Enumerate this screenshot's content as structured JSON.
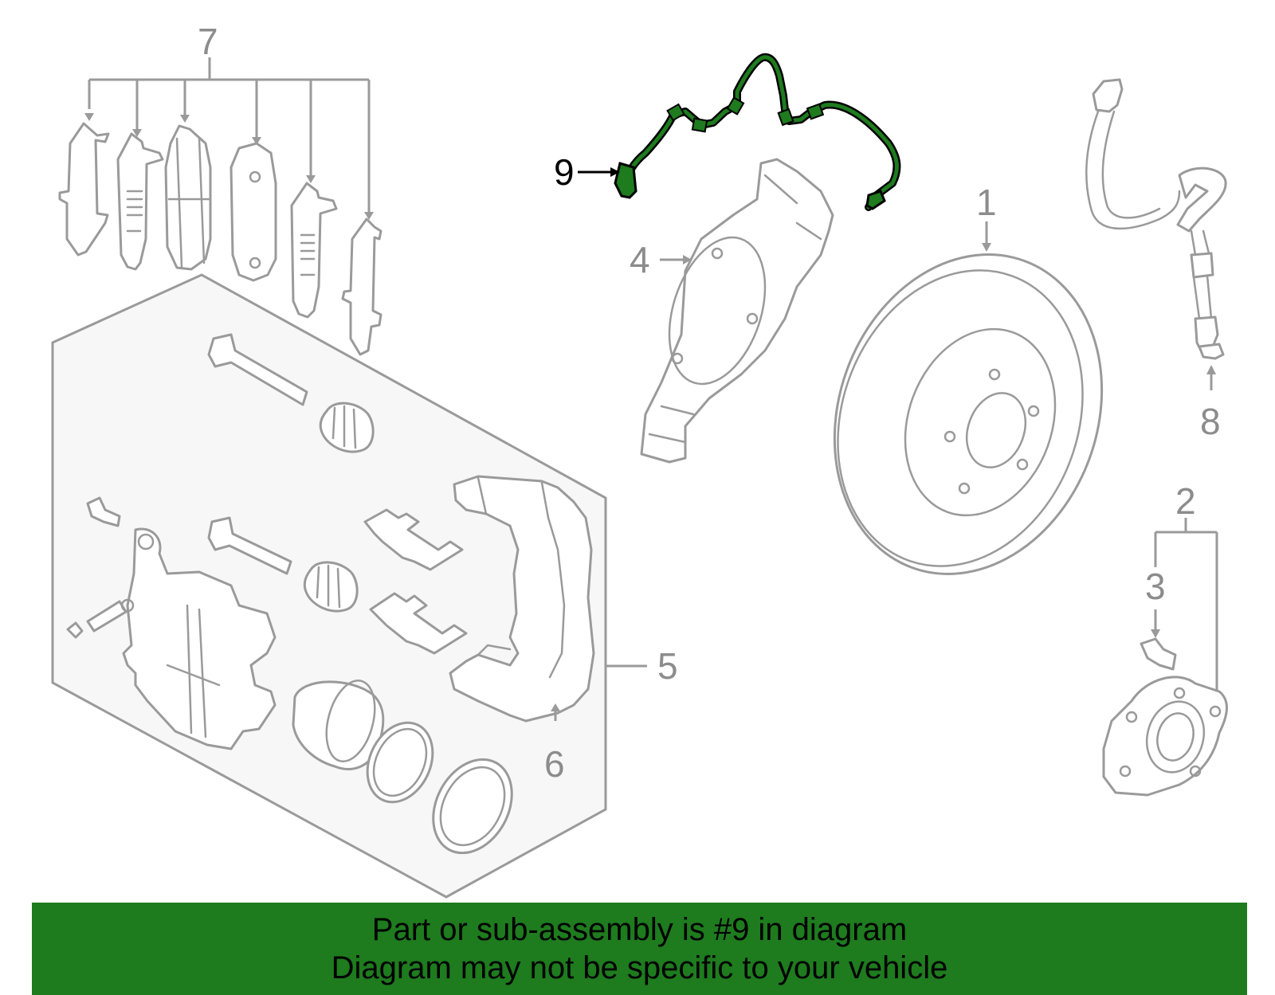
{
  "diagram": {
    "callouts": [
      {
        "id": "1",
        "label": "1"
      },
      {
        "id": "2",
        "label": "2"
      },
      {
        "id": "3",
        "label": "3"
      },
      {
        "id": "4",
        "label": "4"
      },
      {
        "id": "5",
        "label": "5"
      },
      {
        "id": "6",
        "label": "6"
      },
      {
        "id": "7",
        "label": "7"
      },
      {
        "id": "8",
        "label": "8"
      },
      {
        "id": "9",
        "label": "9"
      }
    ],
    "highlighted_part": "9",
    "colors": {
      "highlight": "#1e7b1e",
      "line_art": "#9a9a9a",
      "banner_bg": "#1e7b1e"
    }
  },
  "banner": {
    "line1": "Part or sub-assembly is #9 in diagram",
    "line2": "Diagram may not be specific to your vehicle"
  }
}
